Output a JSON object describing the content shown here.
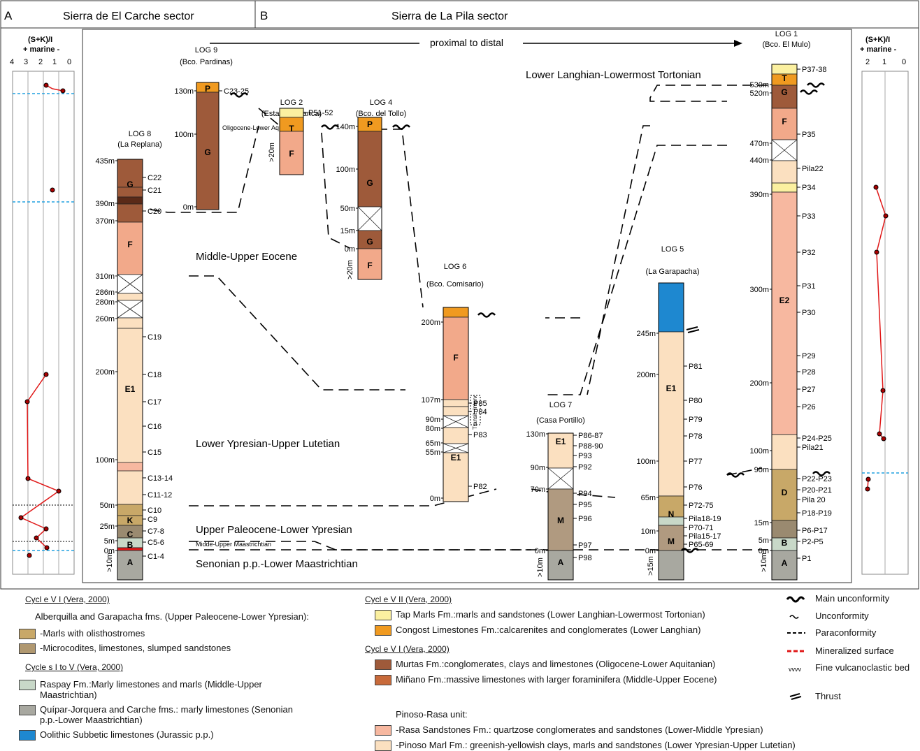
{
  "panels": [
    {
      "letter": "A",
      "title": "Sierra de El Carche sector"
    },
    {
      "letter": "B",
      "title": "Sierra de La Pila sector"
    }
  ],
  "direction_label": "proximal to distal",
  "index_axis": {
    "title": "(S+K)/I",
    "subtitle": "+ marine -",
    "ticks_left": [
      "4",
      "3",
      "2",
      "1",
      "0"
    ],
    "ticks_right": [
      "2",
      "1",
      "0"
    ]
  },
  "logs": [
    {
      "id": "log8",
      "name": "LOG 8",
      "place": "(La Replana)",
      "depths": [
        "435m",
        "390m",
        "370m",
        "310m",
        "286m",
        "280m",
        "260m",
        "200m",
        "100m",
        "50m",
        "25m",
        "5m",
        "0m",
        ">10m"
      ],
      "samples": [
        "C22",
        "C21",
        "C20",
        "C19",
        "C18",
        "C17",
        "C16",
        "C15",
        "C13-14",
        "C11-12",
        "C10",
        "C9",
        "C7-8",
        "C5-6",
        "C1-4"
      ],
      "units": [
        "G",
        "F",
        "E1",
        "K",
        "C",
        "B",
        "A"
      ]
    },
    {
      "id": "log9",
      "name": "LOG 9",
      "place": "(Bco. Pardinas)",
      "depths": [
        "130m",
        "100m",
        "0m"
      ],
      "samples": [
        "C23-25"
      ],
      "units": [
        "P",
        "G"
      ]
    },
    {
      "id": "log2",
      "name": "LOG 2",
      "place": "(Estación Blanca)",
      "depths": [
        ">20m"
      ],
      "samples": [
        "P51-52"
      ],
      "units": [
        "T",
        "F"
      ]
    },
    {
      "id": "log4",
      "name": "LOG 4",
      "place": "(Bco. del Tollo)",
      "depths": [
        "140m",
        "100m",
        "50m",
        "15m",
        "0m",
        ">20m"
      ],
      "samples": [],
      "units": [
        "P",
        "G",
        "G",
        "F"
      ]
    },
    {
      "id": "log6",
      "name": "LOG 6",
      "place": "(Bco. Comisario)",
      "depths": [
        "200m",
        "107m",
        "90m",
        "80m",
        "65m",
        "55m",
        "0m"
      ],
      "samples": [
        "P85",
        "P84",
        "P83",
        "P82"
      ],
      "units": [
        "F",
        "E1"
      ]
    },
    {
      "id": "log7",
      "name": "LOG 7",
      "place": "(Casa Portillo)",
      "depths": [
        "130m",
        "90m",
        "70m",
        "0m",
        ">10m"
      ],
      "samples": [
        "P86-87",
        "P88-90",
        "P93",
        "P92",
        "P94",
        "P95",
        "P96",
        "P97",
        "P98"
      ],
      "units": [
        "E1",
        "M",
        "A"
      ]
    },
    {
      "id": "log5",
      "name": "LOG 5",
      "place": "(La Garapacha)",
      "depths": [
        "245m",
        "200m",
        "100m",
        "65m",
        "10m",
        "0m",
        ">15m"
      ],
      "samples": [
        "P81",
        "P80",
        "P79",
        "P78",
        "P77",
        "P76",
        "P72-75",
        "Pila18-19",
        "P70-71",
        "Pila15-17",
        "P65-69"
      ],
      "units": [
        "E1",
        "N",
        "M"
      ]
    },
    {
      "id": "log1",
      "name": "LOG 1",
      "place": "(Bco. El Mulo)",
      "depths": [
        "530m",
        "520m",
        "470m",
        "440m",
        "390m",
        "300m",
        "200m",
        "100m",
        "90m",
        "15m",
        "5m",
        "0m",
        ">10m"
      ],
      "samples": [
        "P37-38",
        "P35",
        "Pila22",
        "P34",
        "P33",
        "P32",
        "P31",
        "P30",
        "P29",
        "P28",
        "P27",
        "P26",
        "P24-P25",
        "Pila21",
        "P22-P23",
        "P20-P21",
        "Pila 20",
        "P18-P19",
        "P6-P17",
        "P2-P5",
        "P1"
      ],
      "units": [
        "T",
        "G",
        "F",
        "E2",
        "D",
        "B",
        "A"
      ]
    }
  ],
  "age_labels": [
    "Lower Langhian-Lowermost Tortonian",
    "Oligocene-Lower Aquitanian",
    "Middle-Upper Eocene",
    "Lower Ypresian-Upper Lutetian",
    "Upper Paleocene-Lower Ypresian",
    "Midde-Upper Maastrichtian",
    "Senonian p.p.-Lower Maastrichtian"
  ],
  "transit_label": "Transit. Interv.",
  "legend": {
    "cycle6_head": "Cycl e V I (Vera, 2000)",
    "cycle6_title": "Alberquilla and Garapacha fms. (Upper Paleocene-Lower Ypresian):",
    "cycle6_items": [
      "-Marls with olisthostromes",
      "-Microcodites, limestones, slumped sandstones"
    ],
    "cycle1_head": "Cycle s I to V (Vera, 2000)",
    "cycle1_items": [
      "Raspay Fm.:Marly limestones and marls (Middle-Upper Maastrichtian)",
      "Quípar-Jorquera and Carche fms.: marly limestones (Senonian p.p.-Lower Maastrichtian)",
      "Oolithic Subbetic limestones (Jurassic p.p.)"
    ],
    "cycle7_head": "Cycl e V II (Vera, 2000)",
    "cycle7_items": [
      "Tap Marls Fm.:marls and sandstones (Lower Langhian-Lowermost Tortonian)",
      "Congost Limestones Fm.:calcarenites and conglomerates (Lower Langhian)"
    ],
    "cycle_other_head": "Cycl e V I (Vera, 2000)",
    "cycle_other_items": [
      "Murtas Fm.:conglomerates, clays and limestones (Oligocene-Lower Aquitanian)",
      "Miñano Fm.:massive limestones with larger foraminifera (Middle-Upper Eocene)"
    ],
    "pinoso_title": "Pinoso-Rasa unit:",
    "pinoso_items": [
      "-Rasa Sandstones Fm.: quartzose conglomerates and sandstones (Lower-Middle Ypresian)",
      "-Pinoso Marl Fm.: greenish-yellowish clays, marls and sandstones (Lower Ypresian-Upper Lutetian)"
    ],
    "symbols": [
      "Main unconformity",
      "Unconformity",
      "Paraconformity",
      "Mineralized surface",
      "Fine vulcanoclastic bed",
      "Thrust"
    ]
  },
  "colors": {
    "pinoso": "#fbe0c0",
    "rasa": "#f7b8a0",
    "mianho": "#f2a98a",
    "murtas": "#9e5a3a",
    "congost": "#f09a20",
    "tap": "#fbf0a0",
    "cretac": "#a8a8a0",
    "raspay": "#c8d8c8",
    "jurassic": "#1e88d0",
    "alberq": "#c8a868",
    "marine_line": "#e01818",
    "dashed_blue": "#20a0e0"
  }
}
